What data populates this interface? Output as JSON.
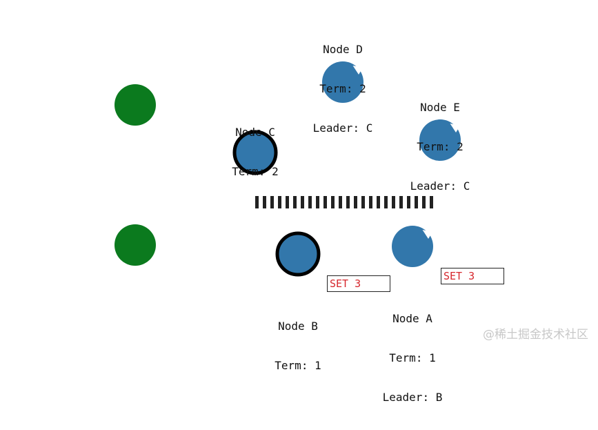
{
  "colors": {
    "node_fill": "#3277ab",
    "client_fill": "#0b7a1e",
    "partition": "#222222",
    "log_text": "#d6262c"
  },
  "nodes": {
    "d": {
      "name": "Node D",
      "term": "Term: 2",
      "leader": "Leader: C",
      "state": "follower"
    },
    "e": {
      "name": "Node E",
      "term": "Term: 2",
      "leader": "Leader: C",
      "state": "follower"
    },
    "c": {
      "name": "Node C",
      "term": "Term: 2",
      "state": "leader"
    },
    "b": {
      "name": "Node B",
      "term": "Term: 1",
      "state": "leader"
    },
    "a": {
      "name": "Node A",
      "term": "Term: 1",
      "leader": "Leader: B",
      "state": "follower"
    }
  },
  "logs": {
    "b": "SET 3",
    "a": "SET 3"
  },
  "watermark": "@稀土掘金技术社区"
}
